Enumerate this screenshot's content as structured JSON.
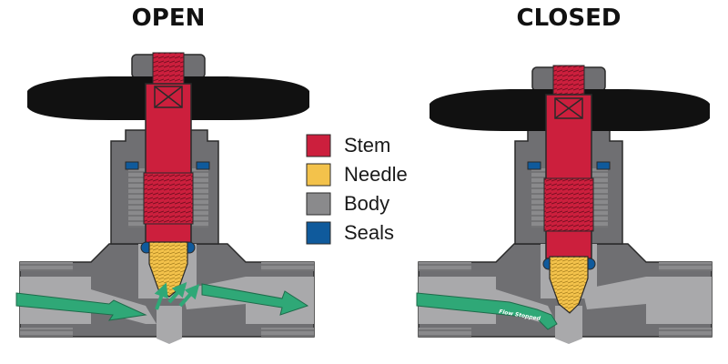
{
  "titles": {
    "open": "OPEN",
    "closed": "CLOSED"
  },
  "legend": [
    {
      "label": "Stem",
      "color": "#cc1f3d"
    },
    {
      "label": "Needle",
      "color": "#f3c24b"
    },
    {
      "label": "Body",
      "color": "#8a8a8c"
    },
    {
      "label": "Seals",
      "color": "#0f5a9c"
    }
  ],
  "flow_note": "Flow Stopped",
  "colors": {
    "handle": "#111111",
    "body_dark": "#6f6f72",
    "body_light": "#a9a9ab",
    "flow_arrow": "#2fa877",
    "outline": "#2a2a2a"
  }
}
